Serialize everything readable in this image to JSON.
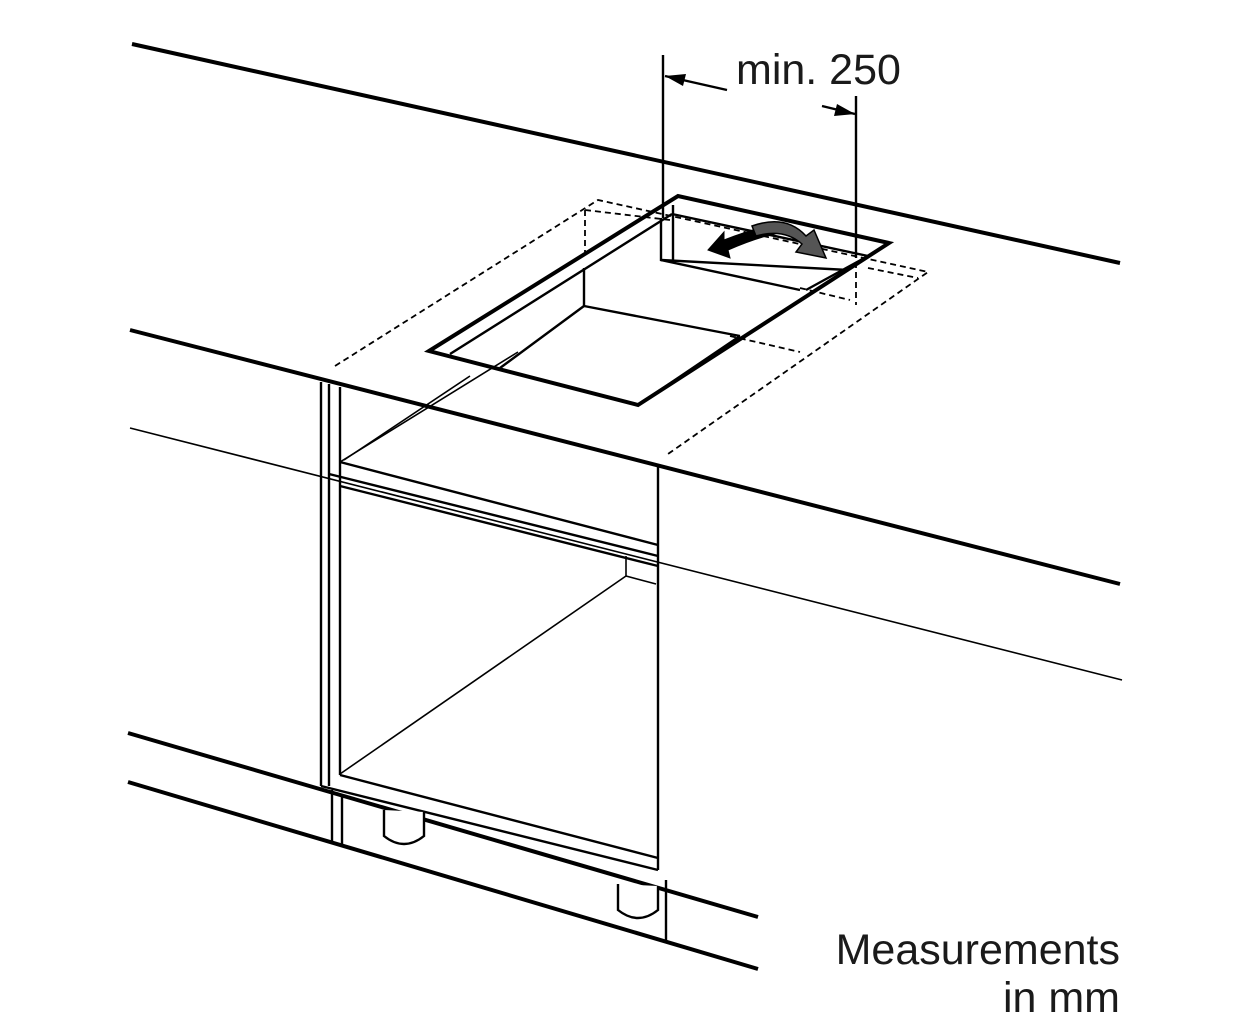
{
  "dimension_label": "min. 250",
  "note": {
    "line1": "Measurements",
    "line2": "in mm"
  },
  "colors": {
    "stroke": "#000000",
    "text": "#1a1a1a",
    "background": "#ffffff"
  }
}
